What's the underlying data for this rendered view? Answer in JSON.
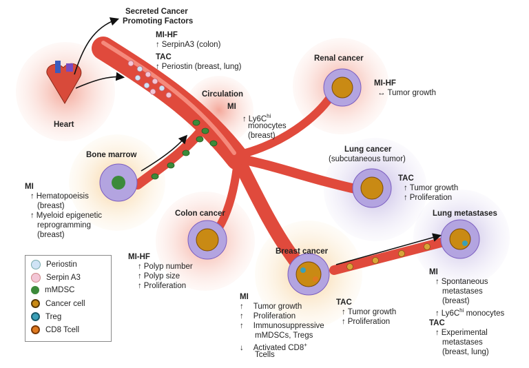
{
  "secreted_factors": {
    "line1": "Secreted Cancer",
    "line2": "Promoting Factors"
  },
  "mihf_top": {
    "label": "MI-HF",
    "text": "SerpinA3 (colon)"
  },
  "tac_top": {
    "label": "TAC",
    "text": "Periostin (breast, lung)"
  },
  "heart": {
    "label": "Heart"
  },
  "circulation": {
    "title": "Circulation",
    "model": "MI",
    "line1": "Ly6C",
    "sup": "hi",
    "line2": "monocytes",
    "line3": "(breast)"
  },
  "renal": {
    "title": "Renal cancer",
    "model": "MI-HF",
    "effect": "Tumor growth"
  },
  "bone_marrow": {
    "title": "Bone marrow"
  },
  "mi_left": {
    "model": "MI",
    "l1": "Hematopoeisis",
    "l2": "(breast)",
    "l3": "Myeloid epigenetic",
    "l4": "reprogramming",
    "l5": "(breast)"
  },
  "lung": {
    "title": "Lung cancer",
    "subtitle": "(subcutaneous tumor)",
    "model": "TAC",
    "e1": "Tumor growth",
    "e2": "Proliferation"
  },
  "colon": {
    "title": "Colon cancer",
    "model": "MI-HF",
    "e1": "Polyp number",
    "e2": "Polyp size",
    "e3": "Proliferation"
  },
  "lung_met": {
    "title": "Lung metastases",
    "model_mi": "MI",
    "m1": "Spontaneous",
    "m2": "metastases",
    "m3": "(breast)",
    "m4": "Ly6C",
    "m4sup": "hi",
    "m4b": " monocytes",
    "model_tac": "TAC",
    "t1": "Experimental",
    "t2": "metastases",
    "t3": "(breast, lung)"
  },
  "breast": {
    "title": "Breast cancer",
    "model_mi": "MI",
    "e1": "Tumor growth",
    "e2": "Proliferation",
    "e3": "Immunosuppressive",
    "e3b": "mMDSCs, Tregs",
    "e4": "Activated CD8",
    "e4sup": "+",
    "e4b": "Tcells",
    "model_tac": "TAC",
    "t1": "Tumor growth",
    "t2": "Proliferation"
  },
  "legend": [
    {
      "label": "Periostin",
      "color": "#cfe3f5"
    },
    {
      "label": "Serpin A3",
      "color": "#f3c6d6"
    },
    {
      "label": "mMDSC",
      "color": "#3c8a3a"
    },
    {
      "label": "Cancer cell",
      "color": "#c98a14"
    },
    {
      "label": "Treg",
      "color": "#3aa0b8"
    },
    {
      "label": "CD8 Tcell",
      "color": "#e07a20"
    }
  ],
  "colors": {
    "vessel": "#e04a3c",
    "halo_red": "#f6b8a8",
    "halo_purple": "#c9c2e6",
    "halo_orange": "#f8dcae",
    "cell_purple": "#7a5cbf"
  }
}
